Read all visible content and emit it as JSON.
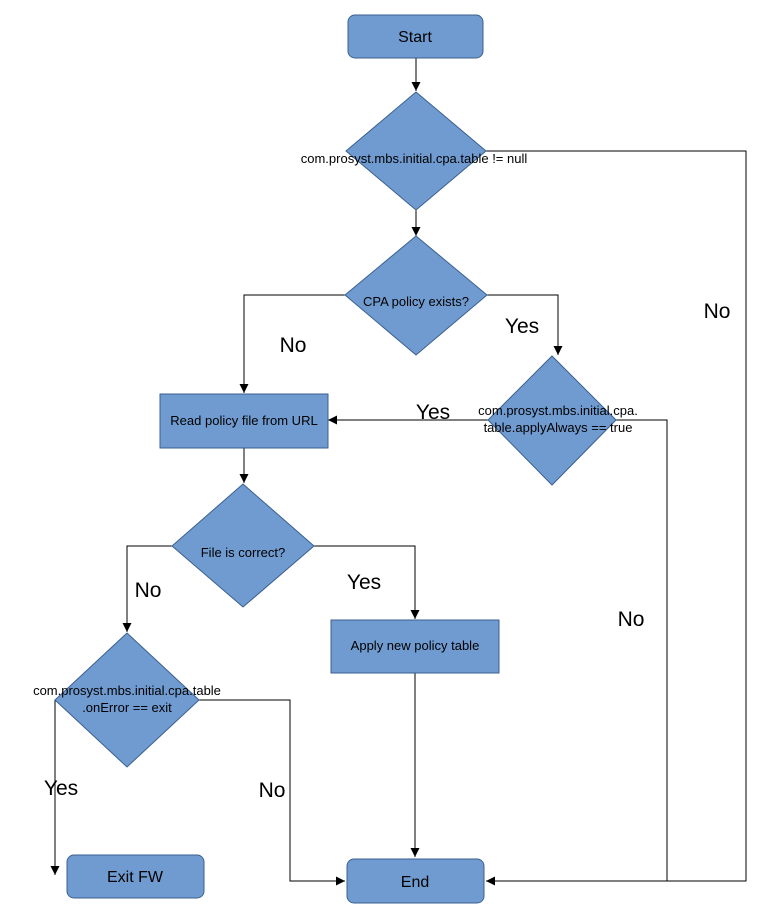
{
  "diagram": {
    "nodes": {
      "start": "Start",
      "cond_table": "com.prosyst.mbs.initial.cpa.table != null",
      "cond_policy": "CPA policy exists?",
      "cond_apply_line1": "com.prosyst.mbs.initial.cpa.",
      "cond_apply_line2": "table.applyAlways == true",
      "read_policy": "Read policy file from URL",
      "cond_file": "File is correct?",
      "apply_table": "Apply new policy table",
      "cond_error_line1": "com.prosyst.mbs.initial.cpa.table",
      "cond_error_line2": ".onError == exit",
      "exit_fw": "Exit FW",
      "end": "End"
    },
    "edge_labels": {
      "table_no": "No",
      "policy_no": "No",
      "policy_yes": "Yes",
      "apply_yes": "Yes",
      "apply_no": "No",
      "file_no": "No",
      "file_yes": "Yes",
      "error_yes": "Yes",
      "error_no": "No"
    },
    "colors": {
      "node_fill": "#6f9bd0",
      "node_stroke": "#3b5f8f",
      "line": "#000000"
    }
  }
}
